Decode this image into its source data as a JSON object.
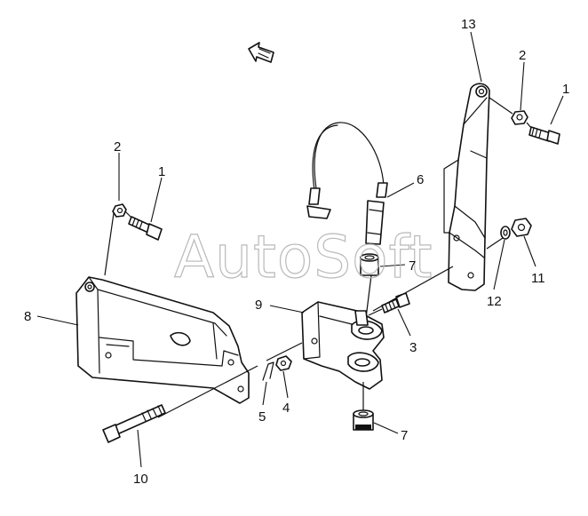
{
  "watermark": "AutoSoft",
  "callouts": [
    {
      "id": "c13",
      "label": "13"
    },
    {
      "id": "c2a",
      "label": "2"
    },
    {
      "id": "c1a",
      "label": "1"
    },
    {
      "id": "c2b",
      "label": "2"
    },
    {
      "id": "c1b",
      "label": "1"
    },
    {
      "id": "c6",
      "label": "6"
    },
    {
      "id": "c7a",
      "label": "7"
    },
    {
      "id": "c11",
      "label": "11"
    },
    {
      "id": "c12",
      "label": "12"
    },
    {
      "id": "c8",
      "label": "8"
    },
    {
      "id": "c9",
      "label": "9"
    },
    {
      "id": "c3",
      "label": "3"
    },
    {
      "id": "c5",
      "label": "5"
    },
    {
      "id": "c4",
      "label": "4"
    },
    {
      "id": "c7b",
      "label": "7"
    },
    {
      "id": "c10",
      "label": "10"
    }
  ]
}
